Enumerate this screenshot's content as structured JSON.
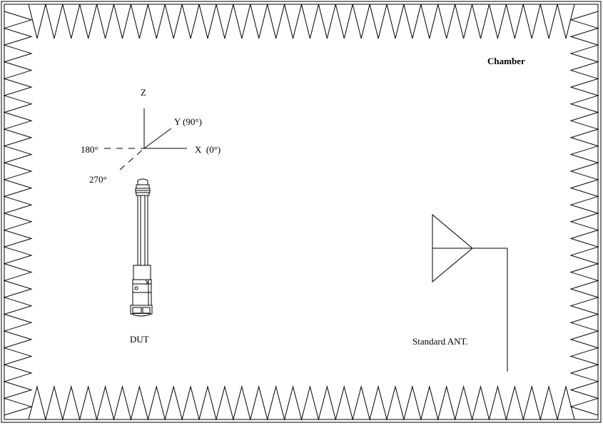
{
  "chamber": {
    "title": "Chamber",
    "absorber_edges": [
      "top",
      "bottom",
      "left",
      "right"
    ]
  },
  "axes": {
    "z_label": "Z",
    "y_label": "Y (90°)",
    "x_label": "X  (0°)",
    "neg_x_label": "180°",
    "neg_y_label": "270°"
  },
  "dut": {
    "label": "DUT"
  },
  "antenna": {
    "label": "Standard ANT.",
    "icon": "horn-antenna-icon"
  },
  "colors": {
    "line": "#000000",
    "background": "#ffffff"
  }
}
